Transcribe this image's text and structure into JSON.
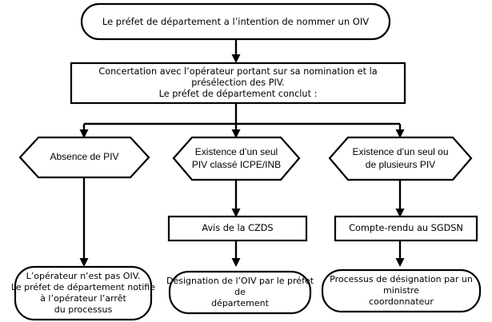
{
  "diagram": {
    "title_text": "Le préfet de département a l’intention de nommer un OIV",
    "type": "flowchart",
    "language": "fr",
    "colors": {
      "background": "#ffffff",
      "stroke": "#000000",
      "text": "#000000",
      "fill": "#ffffff"
    },
    "nodes": {
      "start": {
        "label": "Le préfet de département a l’intention de nommer un OIV",
        "shape": "stadium"
      },
      "concertation": {
        "label": "Concertation avec l’opérateur portant sur sa nomination et la présélection des PIV.\nLe préfet de département conclut :",
        "shape": "rectangle"
      },
      "branch_left": {
        "label": "Absence de PIV",
        "shape": "hexagon"
      },
      "branch_middle": {
        "label": "Existence d’un seul\nPIV classé ICPE/INB",
        "shape": "hexagon"
      },
      "branch_right": {
        "label": "Existence d’un seul ou\nde plusieurs PIV",
        "shape": "hexagon"
      },
      "czds": {
        "label": "Avis de la CZDS",
        "shape": "rectangle"
      },
      "sgdsn": {
        "label": "Compte-rendu au SGDSN",
        "shape": "rectangle"
      },
      "end_left": {
        "label": "L’opérateur n’est pas OIV.\nLe préfet de département notifie\nà l’opérateur l’arrêt\ndu processus",
        "shape": "stadium"
      },
      "end_middle": {
        "label": "Désignation de l’OIV par le préfet de\ndépartement",
        "shape": "stadium"
      },
      "end_right": {
        "label": "Processus de désignation par un ministre\ncoordonnateur",
        "shape": "stadium"
      }
    },
    "edges": [
      {
        "from": "start",
        "to": "concertation",
        "label": ""
      },
      {
        "from": "concertation",
        "to": "branch_left",
        "label": ""
      },
      {
        "from": "concertation",
        "to": "branch_middle",
        "label": ""
      },
      {
        "from": "concertation",
        "to": "branch_right",
        "label": ""
      },
      {
        "from": "branch_left",
        "to": "end_left",
        "label": ""
      },
      {
        "from": "branch_middle",
        "to": "czds",
        "label": ""
      },
      {
        "from": "czds",
        "to": "end_middle",
        "label": ""
      },
      {
        "from": "branch_right",
        "to": "sgdsn",
        "label": ""
      },
      {
        "from": "sgdsn",
        "to": "end_right",
        "label": ""
      }
    ]
  }
}
